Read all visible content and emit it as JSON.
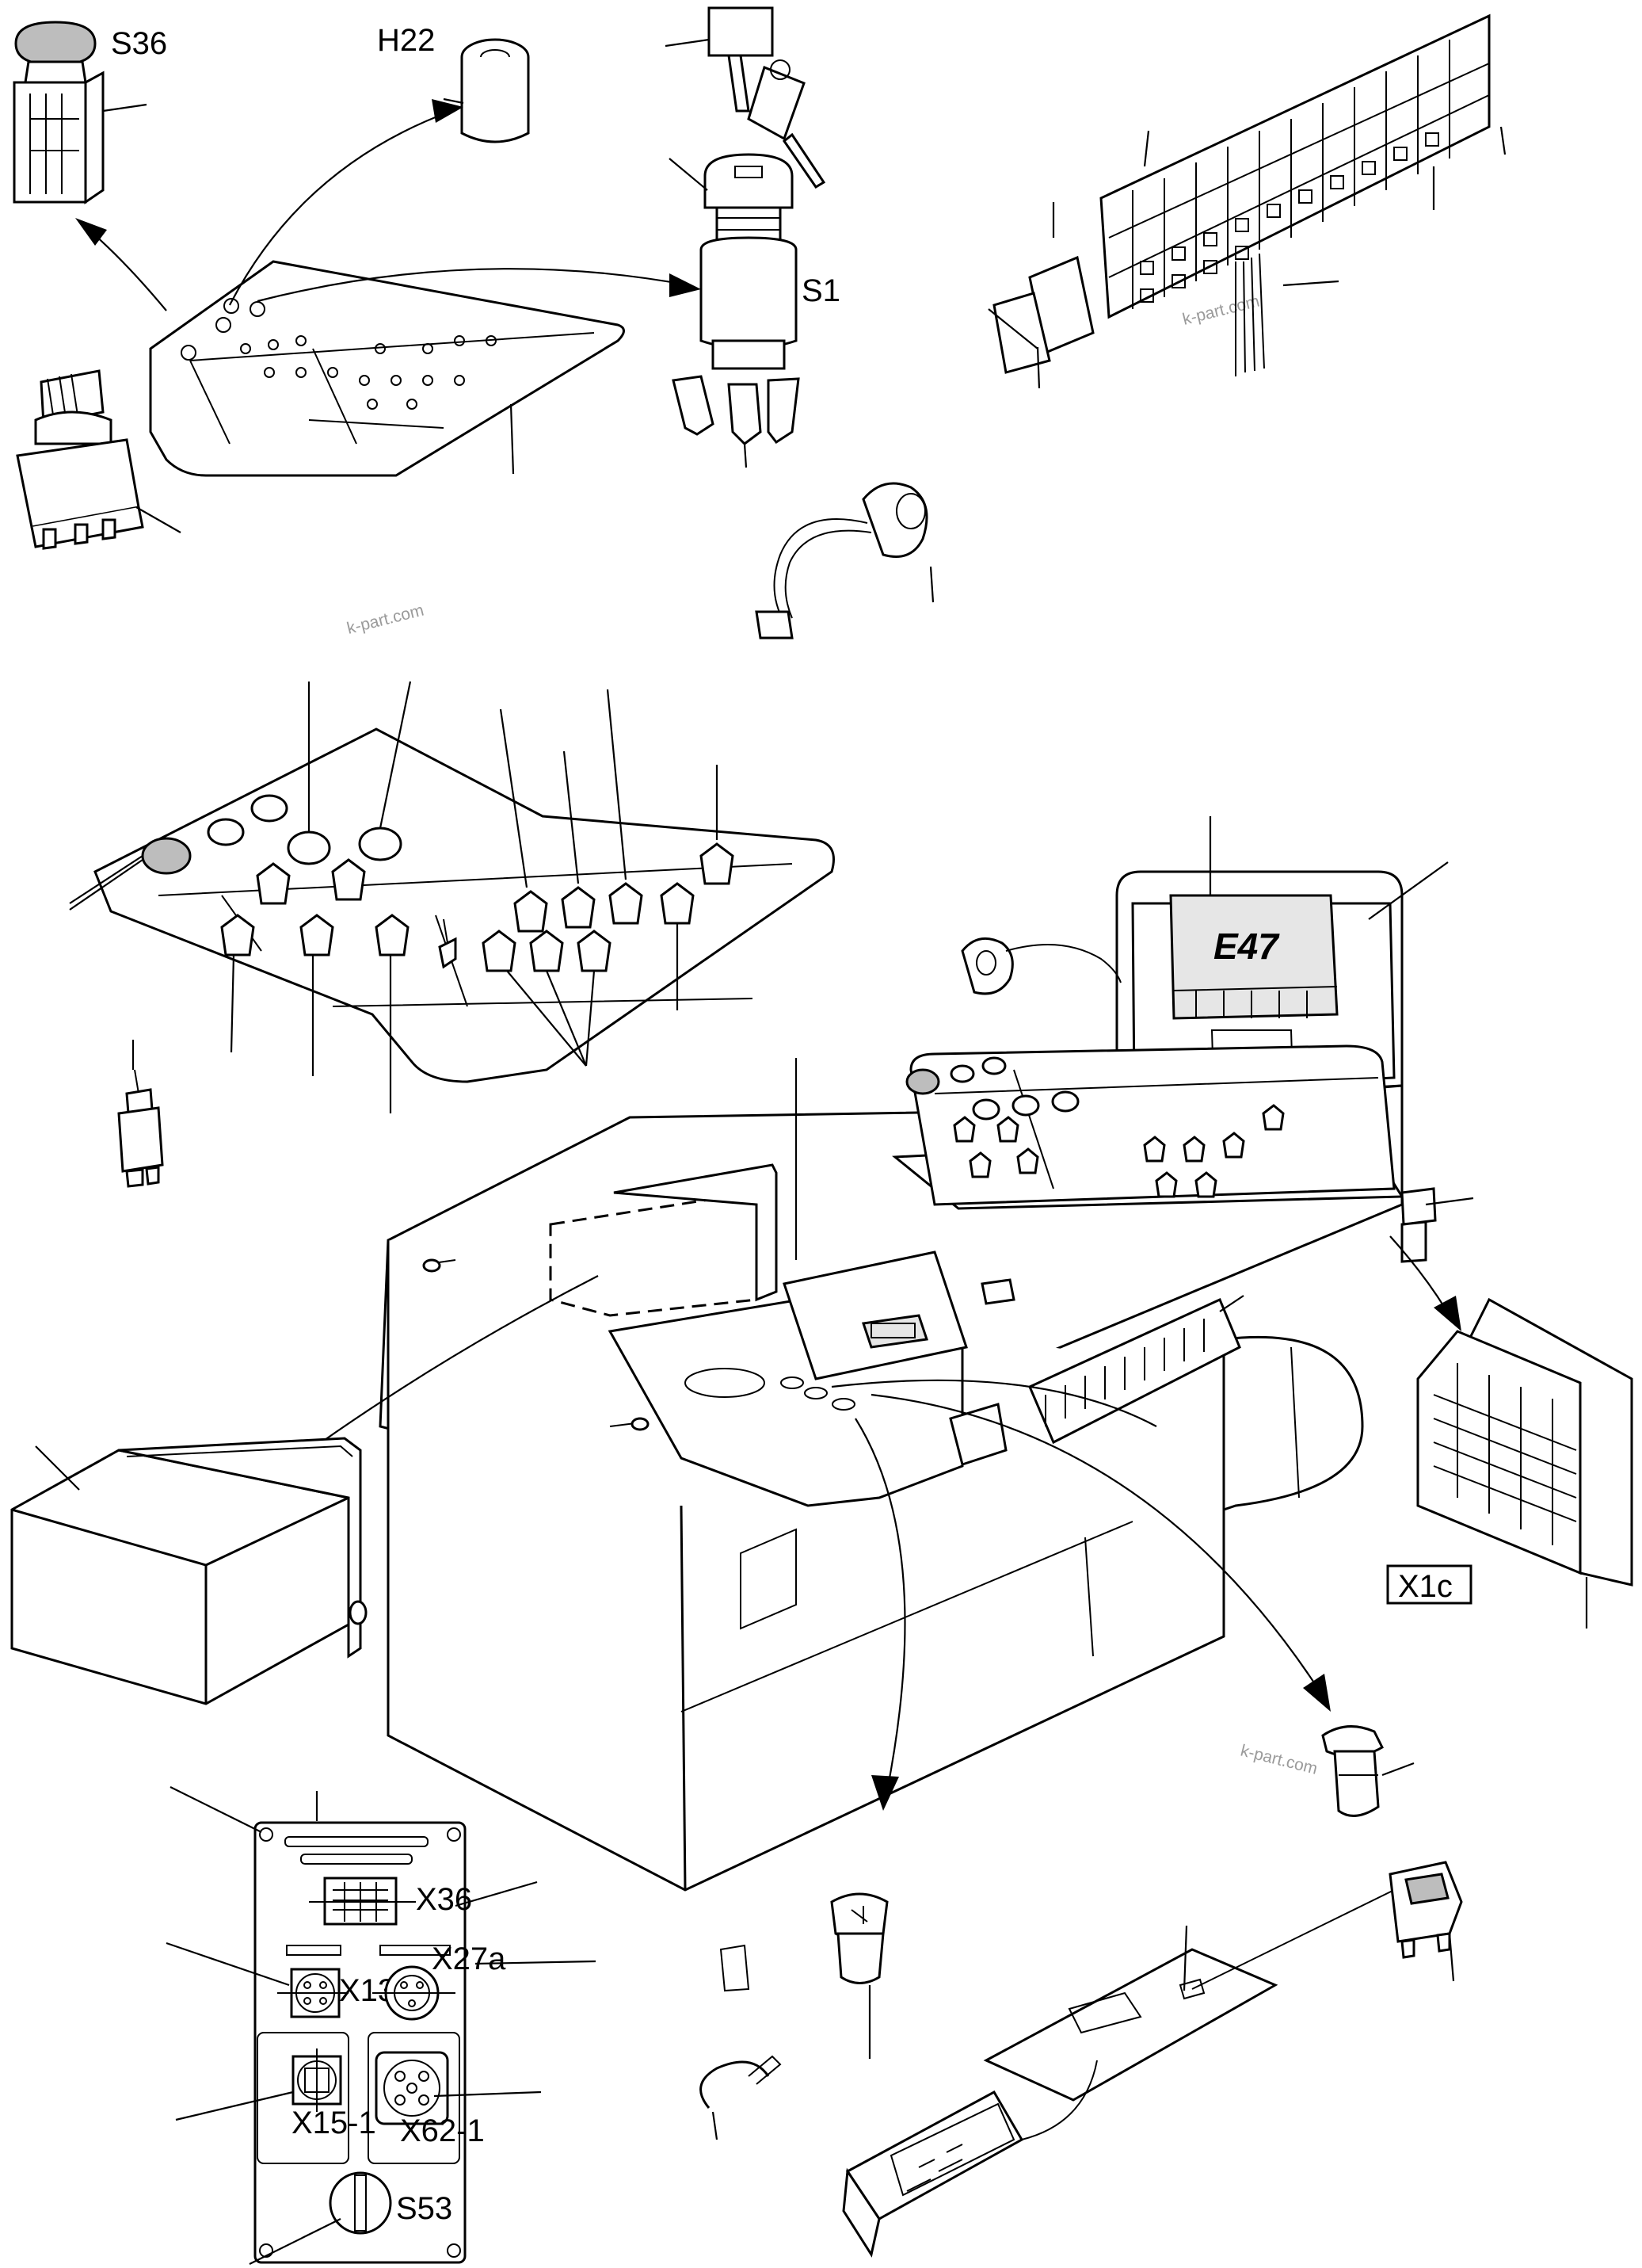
{
  "labels": {
    "s36": "S36",
    "h22": "H22",
    "s1": "S1",
    "e47": "E47",
    "x1c": "X1c",
    "x36": "X36",
    "x27a": "X27a",
    "x13": "X13",
    "x15_1": "X15-1",
    "x62_1": "X62-1",
    "s53": "S53"
  },
  "watermark": "k-part.com",
  "colors": {
    "line": "#000000",
    "background": "#ffffff",
    "watermark": "#9a9a9a",
    "cap": "#bdbdbd"
  }
}
